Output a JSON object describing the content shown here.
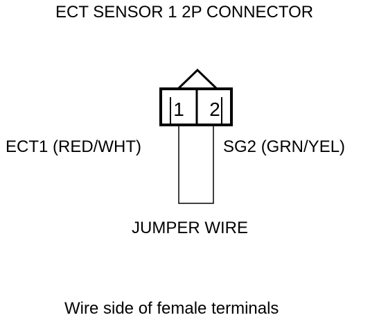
{
  "title": "ECT SENSOR 1 2P CONNECTOR",
  "connector": {
    "pins": [
      {
        "number": "1",
        "label": "ECT1 (RED/WHT)"
      },
      {
        "number": "2",
        "label": "SG2 (GRN/YEL)"
      }
    ]
  },
  "jumper_label": "JUMPER WIRE",
  "caption": "Wire side of female terminals"
}
